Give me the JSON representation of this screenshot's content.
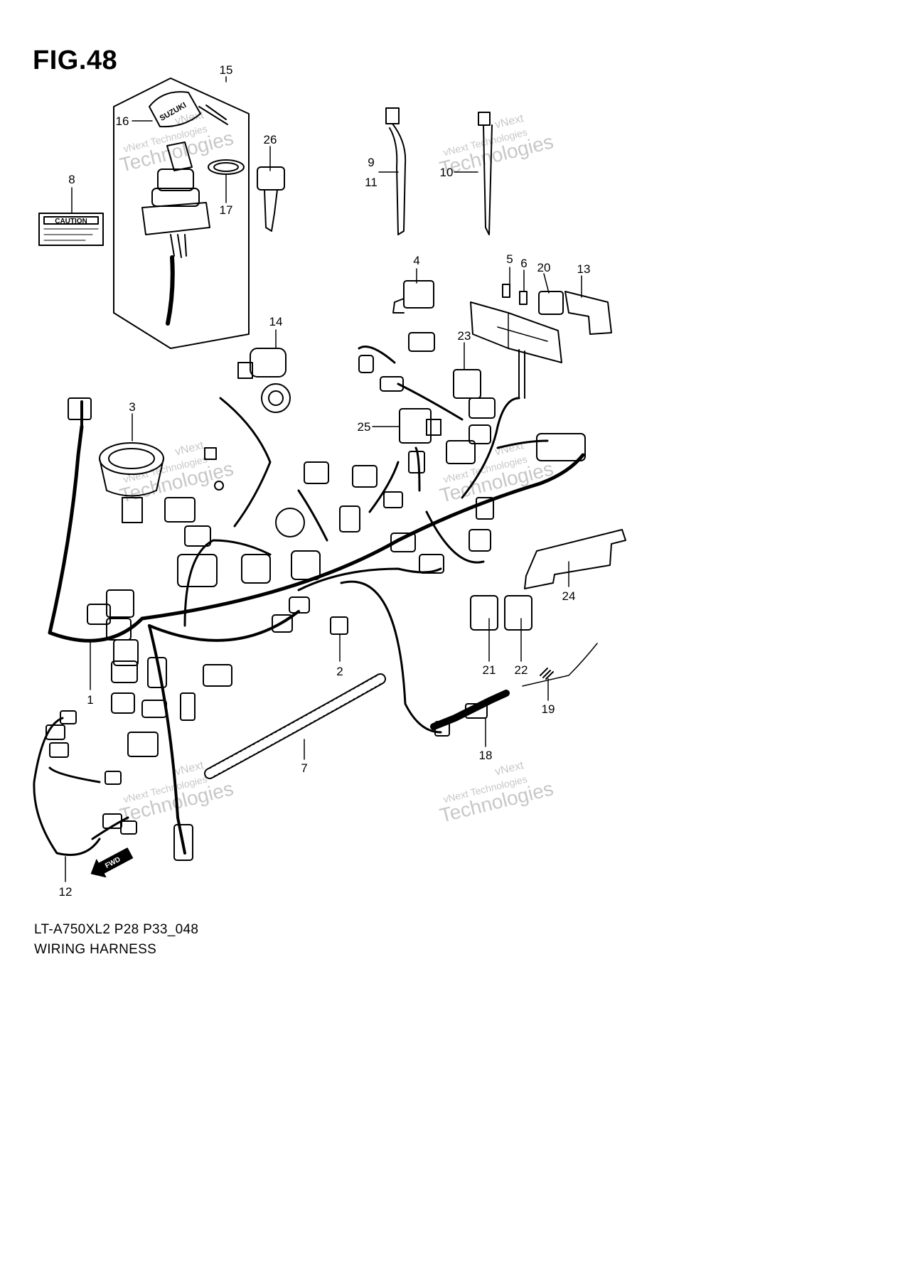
{
  "figure": {
    "title": "FIG.48",
    "model_code": "LT-A750XL2 P28 P33_048",
    "caption": "WIRING HARNESS"
  },
  "labels": {
    "caution_sticker": "CAUTION",
    "key_brand": "SUZUKI",
    "fwd_arrow": "FWD"
  },
  "callouts": [
    "1",
    "2",
    "3",
    "4",
    "5",
    "6",
    "7",
    "8",
    "9",
    "10",
    "11",
    "12",
    "13",
    "14",
    "15",
    "16",
    "17",
    "18",
    "19",
    "20",
    "21",
    "22",
    "23",
    "24",
    "25",
    "26"
  ],
  "watermark": {
    "line1": "vNext",
    "line2": "vNext Technologies",
    "line3": "Technologies"
  }
}
